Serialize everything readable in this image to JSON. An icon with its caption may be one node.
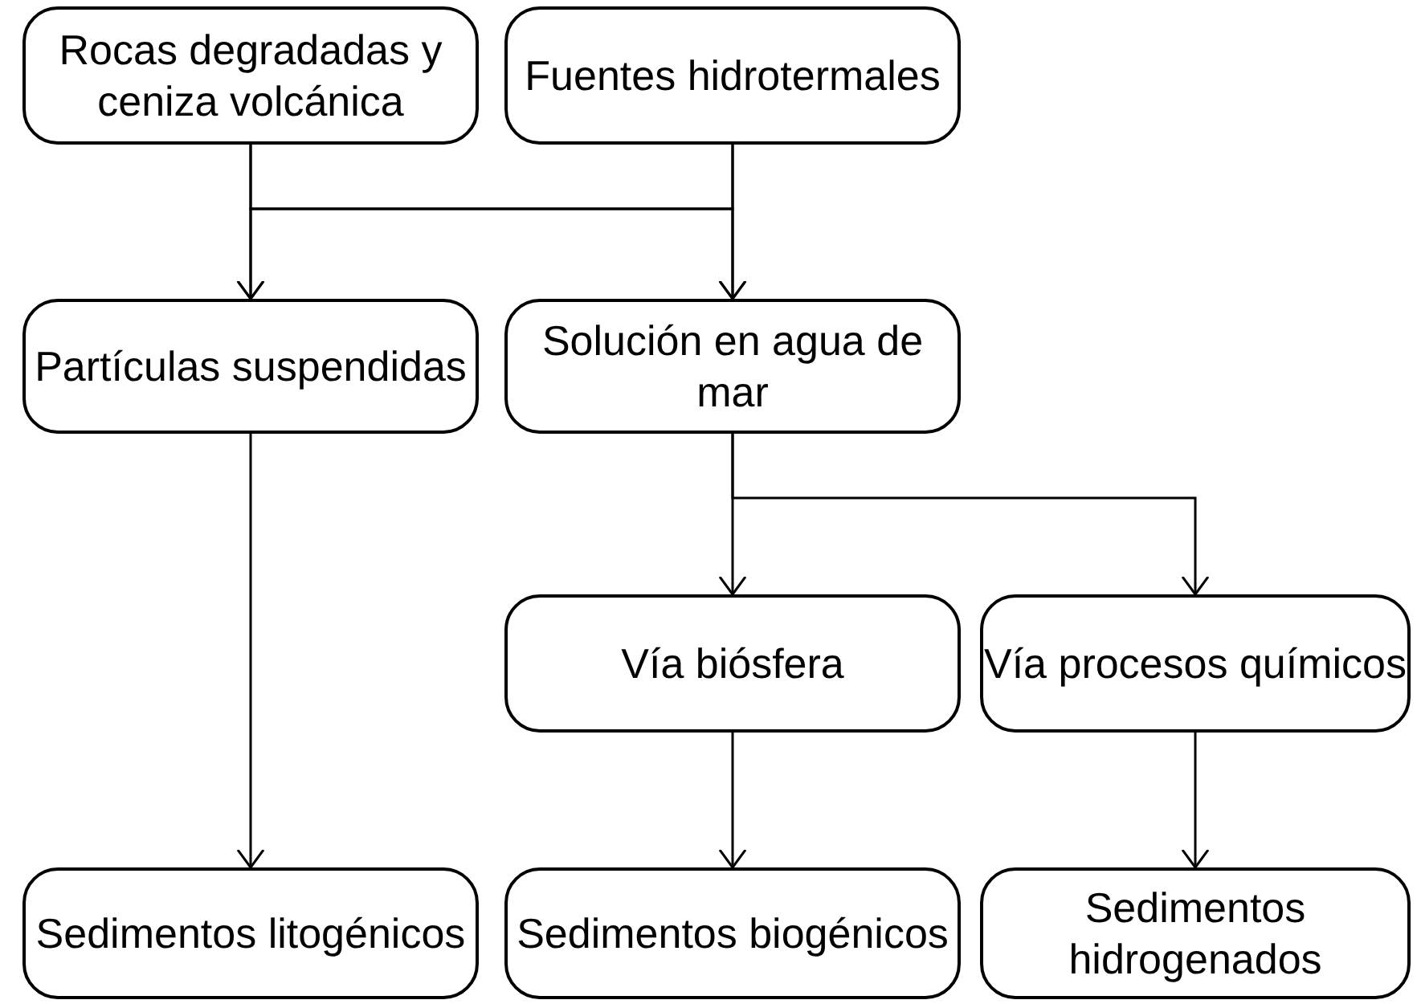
{
  "diagram": {
    "nodes": [
      {
        "text": [
          "Rocas degradadas y ceniza volcánica"
        ]
      },
      {
        "text": [
          "Fuentes hidrotermales"
        ]
      },
      {
        "text": [
          "Partículas suspendidas"
        ]
      },
      {
        "text": [
          "Solución en agua de mar"
        ]
      },
      {
        "text": [
          "Vía biósfera"
        ]
      },
      {
        "text": [
          "Vía procesos químicos"
        ]
      },
      {
        "text": [
          "Sedimentos litogénicos"
        ]
      },
      {
        "text": [
          "Sedimentos biogénicos"
        ]
      },
      {
        "text": [
          "Sedimentos hidrogenados"
        ]
      }
    ],
    "edges": [
      {
        "from": 0,
        "to": 2,
        "arrow": "to"
      },
      {
        "from": 0,
        "to": 3,
        "arrow": "to"
      },
      {
        "from": 1,
        "to": 2,
        "arrow": "to"
      },
      {
        "from": 1,
        "to": 3,
        "arrow": "to"
      },
      {
        "from": 2,
        "to": 6,
        "arrow": "to"
      },
      {
        "from": 3,
        "to": 4,
        "arrow": "to"
      },
      {
        "from": 3,
        "to": 5,
        "arrow": "to"
      },
      {
        "from": 4,
        "to": 7,
        "arrow": "to"
      },
      {
        "from": 5,
        "to": 8,
        "arrow": "to"
      }
    ]
  }
}
